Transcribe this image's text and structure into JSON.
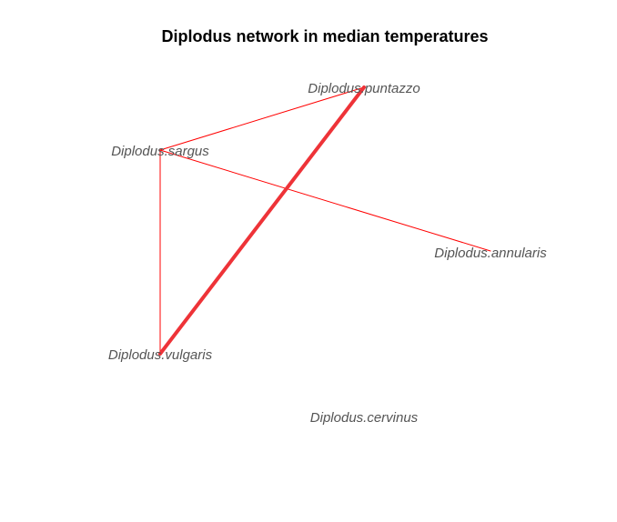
{
  "title": "Diplodus network in median temperatures",
  "colors": {
    "edge": "#ff0000",
    "edge_strong": "#ee3338",
    "label": "#555555",
    "title": "#000000"
  },
  "nodes": [
    {
      "id": "puntazzo",
      "label": "Diplodus.puntazzo"
    },
    {
      "id": "sargus",
      "label": "Diplodus.sargus"
    },
    {
      "id": "annularis",
      "label": "Diplodus.annularis"
    },
    {
      "id": "vulgaris",
      "label": "Diplodus.vulgaris"
    },
    {
      "id": "cervinus",
      "label": "Diplodus.cervinus"
    }
  ],
  "edges": [
    {
      "source": "sargus",
      "target": "puntazzo",
      "strength": "weak"
    },
    {
      "source": "sargus",
      "target": "annularis",
      "strength": "weak"
    },
    {
      "source": "sargus",
      "target": "vulgaris",
      "strength": "weak"
    },
    {
      "source": "puntazzo",
      "target": "vulgaris",
      "strength": "strong"
    }
  ]
}
